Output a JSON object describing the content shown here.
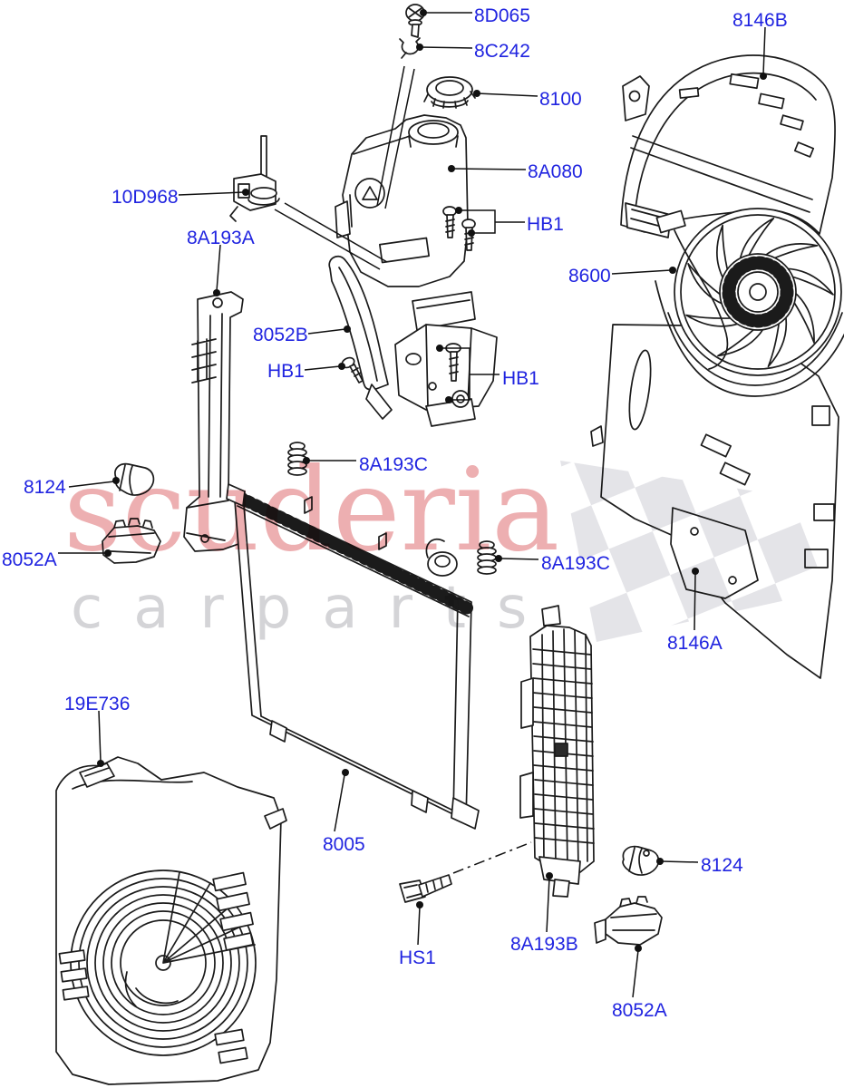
{
  "diagram": {
    "type": "exploded-parts-diagram",
    "subject": "Radiator and cooling fan assembly",
    "colors": {
      "background": "#ffffff",
      "label_blue": "#2024e0",
      "line_black": "#1b1b1b",
      "watermark_pink": "#edafb1",
      "watermark_gray": "#d4d4d7",
      "checker_gray": "#e4e4e8"
    },
    "watermark": {
      "brand": "scuderia",
      "tagline": "carparts"
    },
    "labels": [
      {
        "text": "8D065"
      },
      {
        "text": "8C242"
      },
      {
        "text": "8100"
      },
      {
        "text": "8146B"
      },
      {
        "text": "8A080"
      },
      {
        "text": "HB1"
      },
      {
        "text": "10D968"
      },
      {
        "text": "8A193A"
      },
      {
        "text": "8600"
      },
      {
        "text": "8052B"
      },
      {
        "text": "HB1"
      },
      {
        "text": "HB1"
      },
      {
        "text": "8124"
      },
      {
        "text": "8A193C"
      },
      {
        "text": "8052A"
      },
      {
        "text": "8A193C"
      },
      {
        "text": "8146A"
      },
      {
        "text": "19E736"
      },
      {
        "text": "8005"
      },
      {
        "text": "8124"
      },
      {
        "text": "HS1"
      },
      {
        "text": "8A193B"
      },
      {
        "text": "8052A"
      }
    ]
  }
}
